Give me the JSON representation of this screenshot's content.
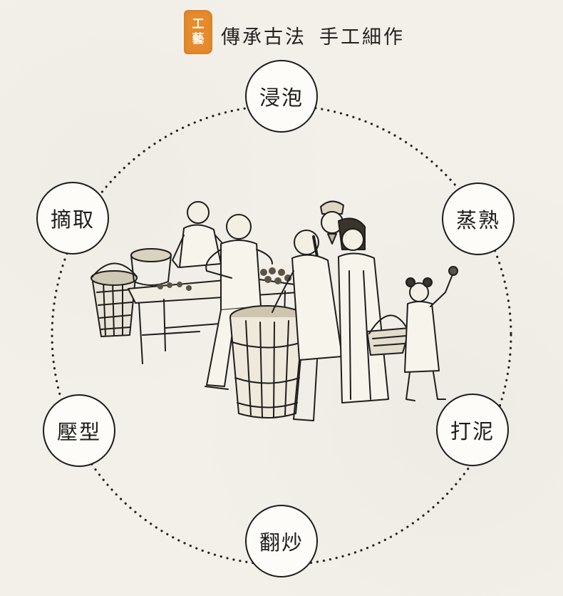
{
  "header": {
    "seal_chars": [
      "工",
      "藝"
    ],
    "title_part1": "傳承古法",
    "title_part2": "手工細作",
    "seal_color": "#e58b2c"
  },
  "steps": [
    {
      "label": "浸泡"
    },
    {
      "label": "蒸熟"
    },
    {
      "label": "打泥"
    },
    {
      "label": "翻炒"
    },
    {
      "label": "壓型"
    },
    {
      "label": "摘取"
    }
  ]
}
